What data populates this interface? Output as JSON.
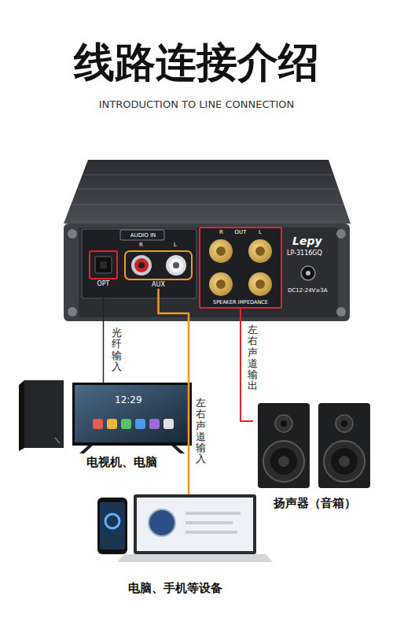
{
  "diagram": {
    "title": "线路连接介绍",
    "nodes": [
      {
        "text": [
          "Lepy",
          "LP-3116GQ",
          "DC12-24V≥3A"
        ]
      },
      {
        "text": [
          "OPT"
        ],
        "in": 0
      },
      {
        "text": [
          "AUX"
        ],
        "in": 0
      },
      {
        "text": [
          "OUT",
          "SPEAKER IMPEDANCE"
        ],
        "in": 0
      },
      {
        "text": [
          "电视机、电脑"
        ]
      },
      {
        "text": [
          "电脑、手机等设备"
        ]
      },
      {
        "text": [
          "扬声器（音箱）"
        ]
      }
    ],
    "edges": [
      {
        "from": 1,
        "to": 4,
        "arrow": "none",
        "label": "光纤输入"
      },
      {
        "from": 2,
        "to": 5,
        "arrow": "none",
        "label": "左右声道输入"
      },
      {
        "from": 3,
        "to": 6,
        "arrow": "none",
        "label": "左右声道输出"
      }
    ],
    "labels": [
      "INTRODUCTION TO LINE CONNECTION",
      "AUDIO IN",
      "R",
      "L",
      "R",
      "L",
      "12:29"
    ]
  }
}
